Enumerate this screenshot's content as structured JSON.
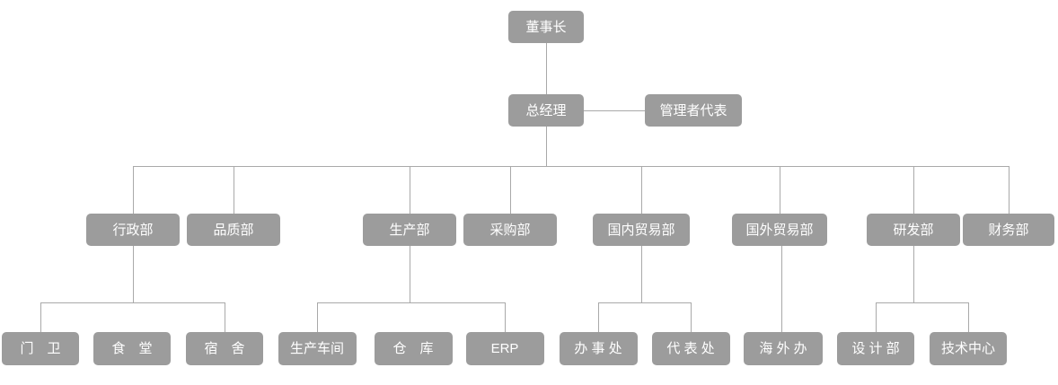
{
  "diagram": {
    "type": "org-chart",
    "background_color": "#ffffff",
    "node_fill_color": "#9c9c9c",
    "node_text_color": "#ffffff",
    "connector_color": "#a9a9a9",
    "nodes": [
      {
        "id": "chairman",
        "label": "董事长",
        "parent": null
      },
      {
        "id": "general-manager",
        "label": "总经理",
        "parent": "chairman"
      },
      {
        "id": "management-representative",
        "label": "管理者代表",
        "parent": "general-manager"
      },
      {
        "id": "admin-dept",
        "label": "行政部",
        "parent": "general-manager"
      },
      {
        "id": "quality-dept",
        "label": "品质部",
        "parent": "general-manager"
      },
      {
        "id": "production-dept",
        "label": "生产部",
        "parent": "general-manager"
      },
      {
        "id": "purchasing-dept",
        "label": "采购部",
        "parent": "general-manager"
      },
      {
        "id": "domestic-trade-dept",
        "label": "国内贸易部",
        "parent": "general-manager"
      },
      {
        "id": "foreign-trade-dept",
        "label": "国外贸易部",
        "parent": "general-manager"
      },
      {
        "id": "rnd-dept",
        "label": "研发部",
        "parent": "general-manager"
      },
      {
        "id": "finance-dept",
        "label": "财务部",
        "parent": "general-manager"
      },
      {
        "id": "gate-guard",
        "label": "门　卫",
        "parent": "admin-dept"
      },
      {
        "id": "canteen",
        "label": "食　堂",
        "parent": "admin-dept"
      },
      {
        "id": "dormitory",
        "label": "宿　舍",
        "parent": "admin-dept"
      },
      {
        "id": "production-workshop",
        "label": "生产车间",
        "parent": "production-dept"
      },
      {
        "id": "warehouse",
        "label": "仓　库",
        "parent": "production-dept"
      },
      {
        "id": "erp",
        "label": "ERP",
        "parent": "production-dept"
      },
      {
        "id": "office",
        "label": "办 事 处",
        "parent": "domestic-trade-dept"
      },
      {
        "id": "representative-office",
        "label": "代 表 处",
        "parent": "domestic-trade-dept"
      },
      {
        "id": "overseas-office",
        "label": "海 外 办",
        "parent": "foreign-trade-dept"
      },
      {
        "id": "design-dept",
        "label": "设 计 部",
        "parent": "rnd-dept"
      },
      {
        "id": "tech-center",
        "label": "技术中心",
        "parent": "rnd-dept"
      }
    ]
  }
}
